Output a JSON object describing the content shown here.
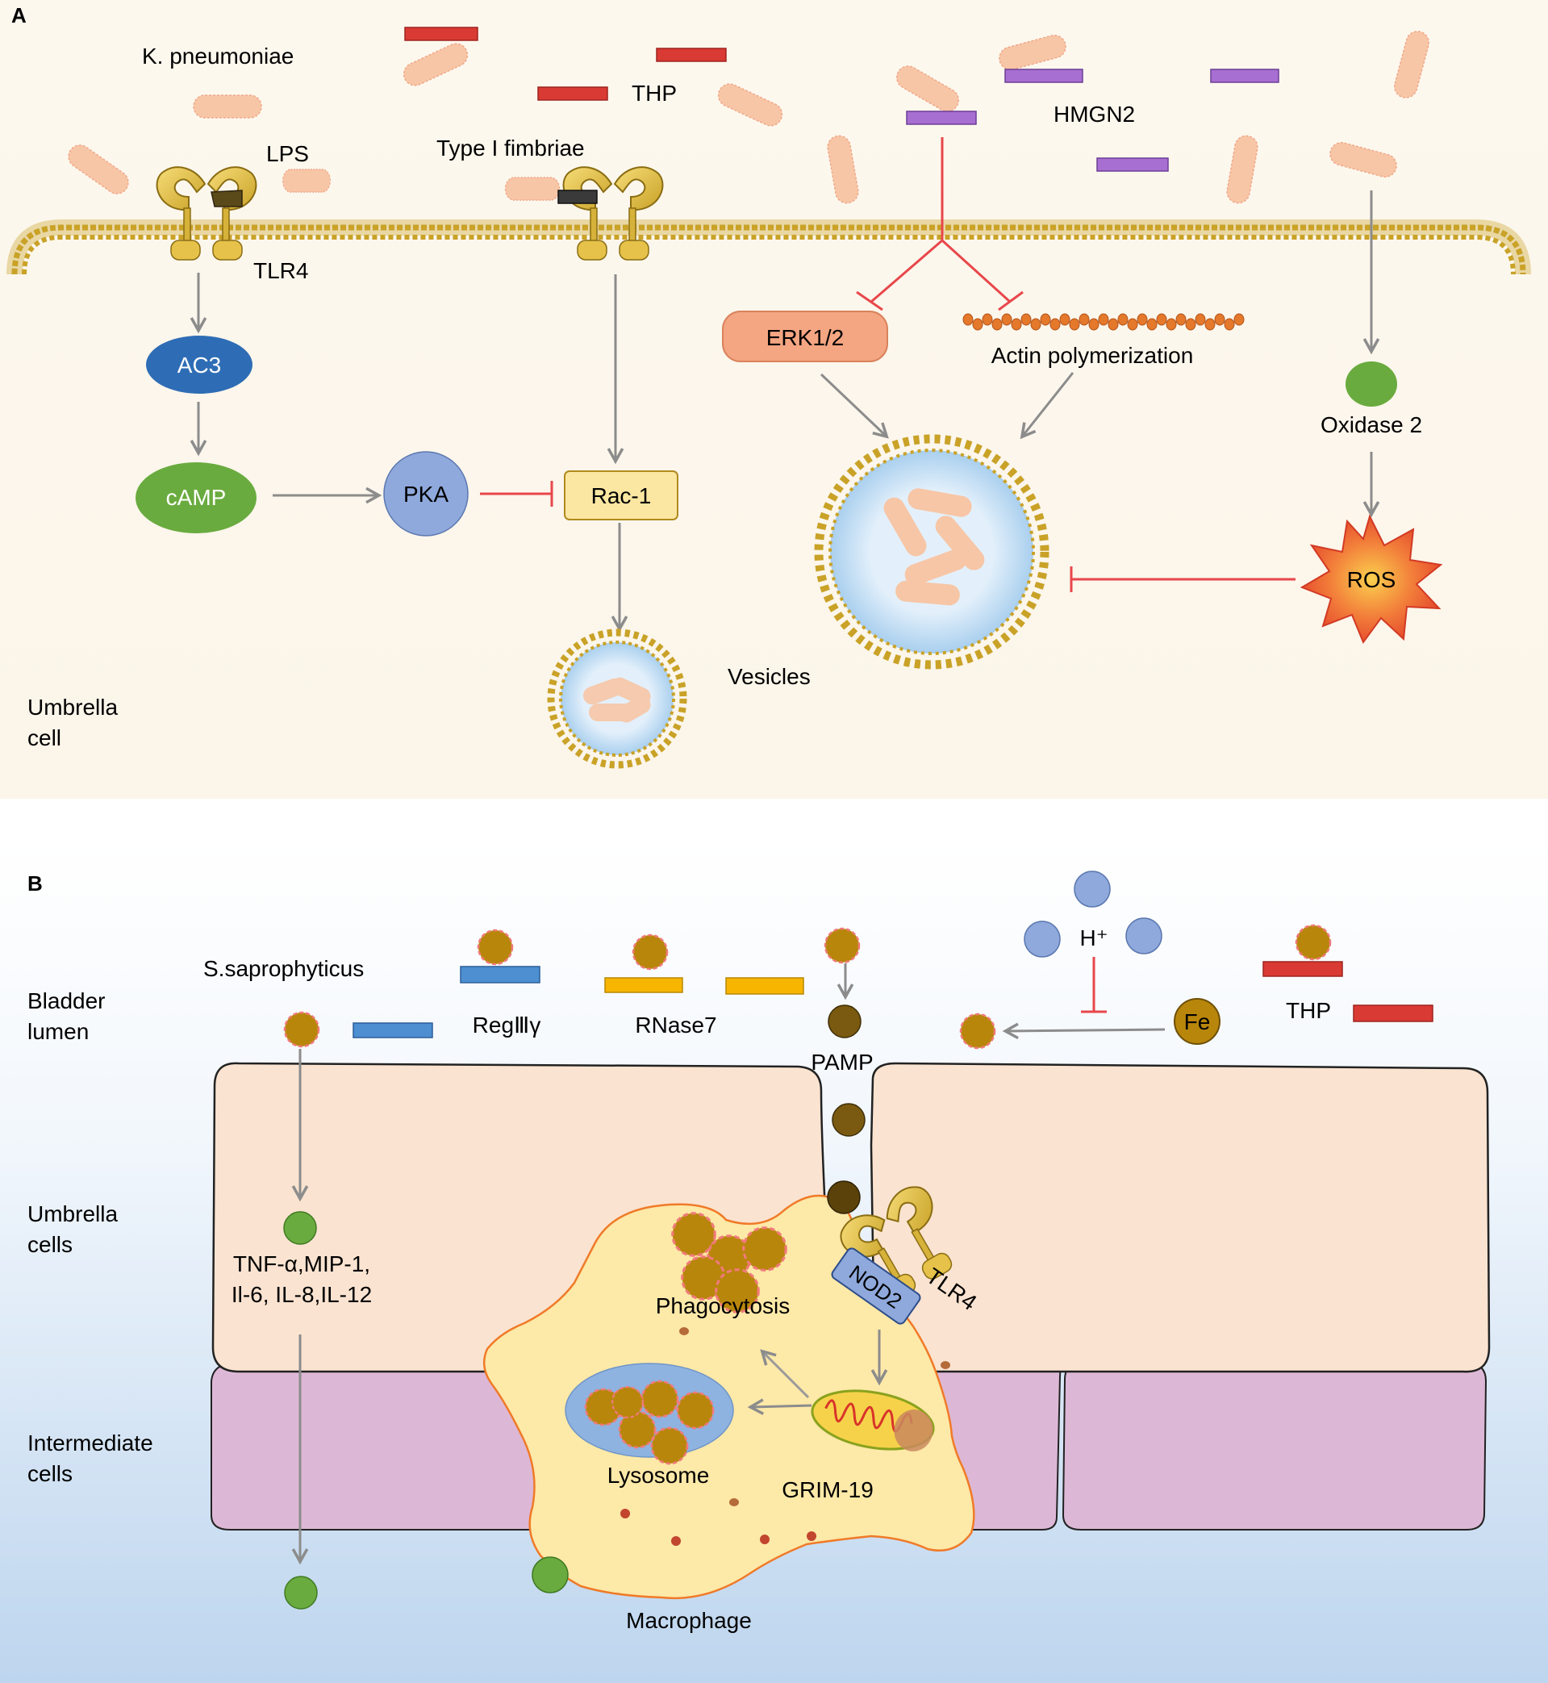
{
  "panel_a": {
    "letter": "A",
    "bacterium_label": "K. pneumoniae",
    "thp": "THP",
    "hmgn2": "HMGN2",
    "lps": "LPS",
    "type1": "Type I fimbriae",
    "tlr4": "TLR4",
    "ac3": "AC3",
    "camp": "cAMP",
    "pka": "PKA",
    "rac1": "Rac-1",
    "vesicles": "Vesicles",
    "erk": "ERK1/2",
    "actin": "Actin polymerization",
    "oxidase": "Oxidase 2",
    "ros": "ROS",
    "cell_line1": "Umbrella",
    "cell_line2": "cell"
  },
  "panel_b": {
    "letter": "B",
    "bacterium_label": "S.saprophyticus",
    "lumen_line1": "Bladder",
    "lumen_line2": "lumen",
    "umbrella_line1": "Umbrella",
    "umbrella_line2": "cells",
    "intermediate_line1": "Intermediate",
    "intermediate_line2": "cells",
    "reg3": "RegⅢγ",
    "rnase7": "RNase7",
    "pamp": "PAMP",
    "h_plus": "H⁺",
    "fe": "Fe",
    "thp": "THP",
    "tlr4": "TLR4",
    "nod2": "NOD2",
    "cytokines_line1": "TNF-α,MIP-1,",
    "cytokines_line2": "Il-6, IL-8,IL-12",
    "phagocytosis": "Phagocytosis",
    "lysosome": "Lysosome",
    "grim19": "GRIM-19",
    "macrophage": "Macrophage"
  },
  "colors": {
    "membrane_gold": "#c9a227",
    "inhibit_red": "#e8474b",
    "arrow_gray": "#8c8c8c",
    "bacterium": "#f7c6a6",
    "thp_red": "#d93a33",
    "hmgn2_purple": "#a66fd1",
    "ac3_blue": "#2e6db5",
    "camp_green": "#6aab3f",
    "pka_blue": "#8fa9dc",
    "rac1_yellow": "#fbe7a1",
    "erk_orange": "#f4a582",
    "cell_beige": "#fae3d0",
    "intermediate_purple": "#ddb8d6",
    "macrophage_yellow": "#fde9a8",
    "nod2_blue": "#8fa9dc"
  }
}
